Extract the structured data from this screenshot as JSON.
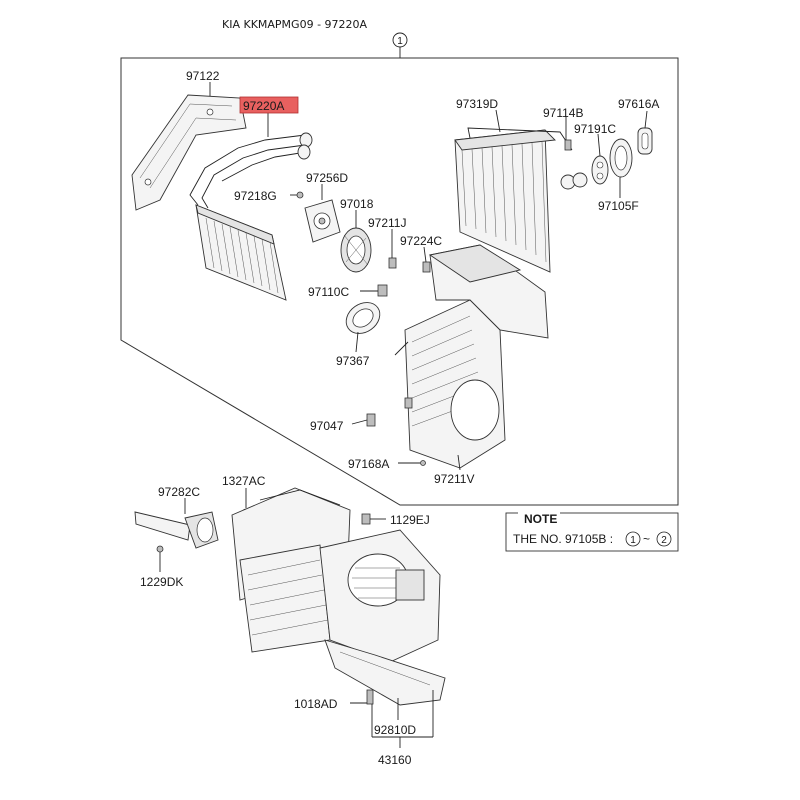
{
  "title": "KIA KKMAPMG09 - 97220A",
  "group_callout": "1",
  "highlight_color": "#e8605f",
  "labels": {
    "p97122": "97122",
    "p97220A": "97220A",
    "p97319D": "97319D",
    "p97114B": "97114B",
    "p97616A": "97616A",
    "p97191C": "97191C",
    "p97105F": "97105F",
    "p97256D": "97256D",
    "p97218G": "97218G",
    "p97018": "97018",
    "p97211J": "97211J",
    "p97224C": "97224C",
    "p97110C": "97110C",
    "p97367": "97367",
    "p97047": "97047",
    "p97168A": "97168A",
    "p97211V": "97211V",
    "p97282C": "97282C",
    "p1327AC": "1327AC",
    "p1129EJ": "1129EJ",
    "p1229DK": "1229DK",
    "p1018AD": "1018AD",
    "p92810D": "92810D",
    "p43160": "43160"
  },
  "note": {
    "header": "NOTE",
    "text": "THE NO. 97105B :",
    "range_start": "1",
    "range_sep": "~",
    "range_end": "2"
  }
}
